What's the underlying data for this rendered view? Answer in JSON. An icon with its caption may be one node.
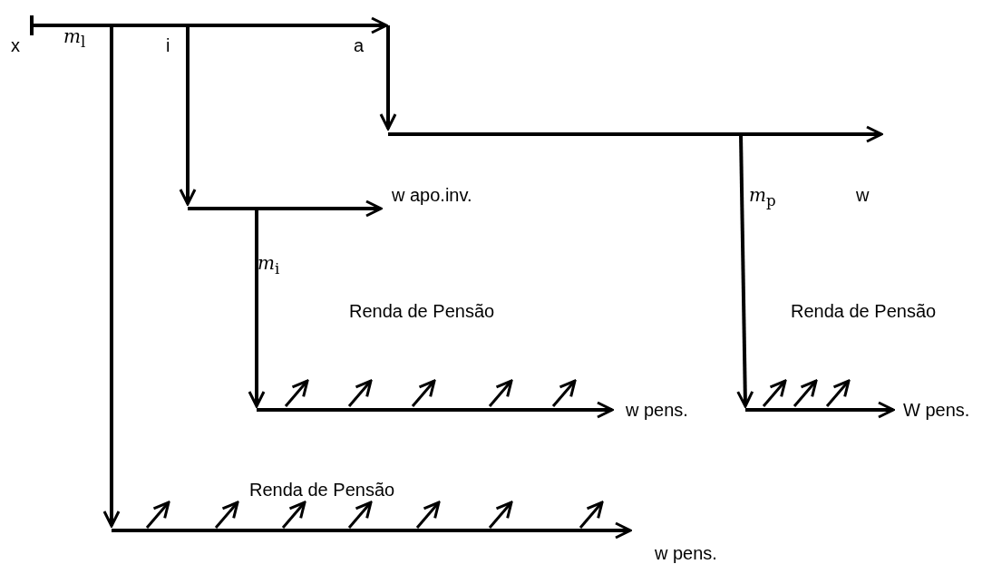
{
  "diagram": {
    "labels": [
      "x",
      "*m*$_{l}$",
      "i",
      "a",
      "w apo.inv.",
      "*m*$_{p}$",
      "w",
      "*m*$_{i}$",
      "Renda de Pensão",
      "Renda de Pensão",
      "w pens.",
      "W pens.",
      "Renda de Pensão",
      "w pens."
    ]
  }
}
